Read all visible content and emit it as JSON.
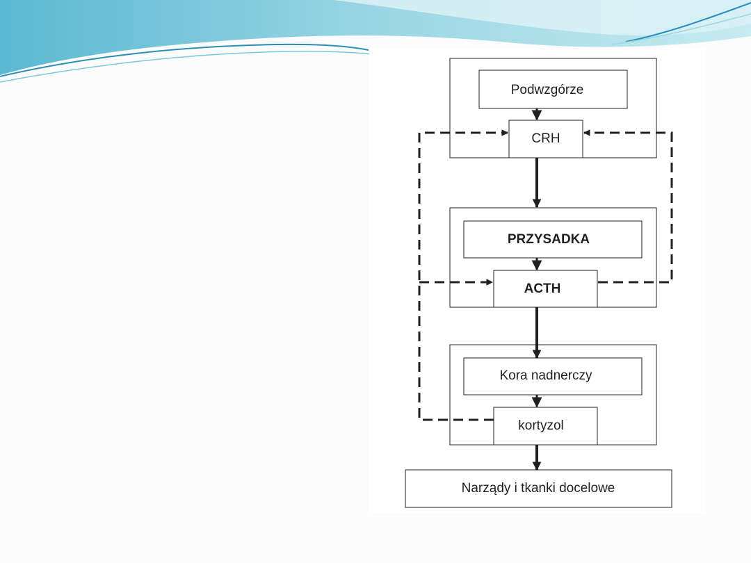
{
  "diagram": {
    "nodes": {
      "hypothalamus": "Podwzgórze",
      "crh": "CRH",
      "pituitary": "PRZYSADKA",
      "acth": "ACTH",
      "adrenal_cortex": "Kora nadnerczy",
      "cortisol": "kortyzol",
      "target_organs": "Narządy i tkanki docelowe"
    },
    "edges": [
      {
        "from": "hypothalamus",
        "to": "crh",
        "style": "solid"
      },
      {
        "from": "crh",
        "to": "pituitary",
        "style": "solid"
      },
      {
        "from": "pituitary",
        "to": "acth",
        "style": "solid"
      },
      {
        "from": "acth",
        "to": "adrenal_cortex",
        "style": "solid"
      },
      {
        "from": "adrenal_cortex",
        "to": "cortisol",
        "style": "solid"
      },
      {
        "from": "cortisol",
        "to": "target_organs",
        "style": "solid"
      },
      {
        "from": "cortisol",
        "to": "crh",
        "style": "dashed"
      },
      {
        "from": "acth",
        "to": "crh",
        "style": "dashed"
      },
      {
        "from": "cortisol",
        "to": "acth",
        "style": "dashed"
      }
    ],
    "colors": {
      "line": "#231f20",
      "box_border": "#231f20",
      "box_fill": "#ffffff",
      "wave_light": "#b8e2ea",
      "wave_mid": "#7cc8d8",
      "wave_dark": "#2a9fc0"
    }
  }
}
